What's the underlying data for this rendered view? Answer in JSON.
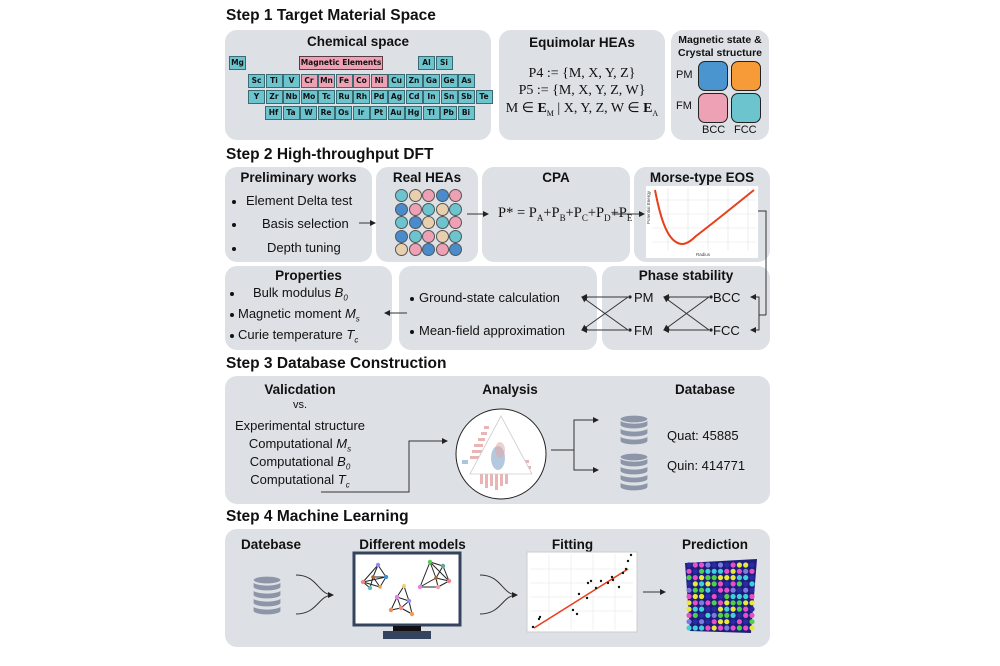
{
  "steps": {
    "s1": "Step 1  Target Material Space",
    "s2": "Step 2 High-throughput DFT",
    "s3": "Step 3  Database Construction",
    "s4": "Step 4  Machine Learning"
  },
  "step1": {
    "chemical_space": {
      "title": "Chemical space",
      "magnetic_label": "Magnetic Elements",
      "rows": [
        [
          "Mg"
        ],
        [
          "Sc",
          "Ti",
          "V",
          "Cr",
          "Mn",
          "Fe",
          "Co",
          "Ni",
          "Cu",
          "Zn",
          "Ga",
          "Ge",
          "As"
        ],
        [
          "Y",
          "Zr",
          "Nb",
          "Mo",
          "Tc",
          "Ru",
          "Rh",
          "Pd",
          "Ag",
          "Cd",
          "In",
          "Sn",
          "Sb",
          "Te"
        ],
        [
          "Hf",
          "Ta",
          "W",
          "Re",
          "Os",
          "Ir",
          "Pt",
          "Au",
          "Hg",
          "Tl",
          "Pb",
          "Bi"
        ]
      ],
      "top_p_block": [
        "Al",
        "Si"
      ],
      "magnetic_elements": [
        "Cr",
        "Mn",
        "Fe",
        "Co",
        "Ni"
      ]
    },
    "equimolar": {
      "title": "Equimolar HEAs",
      "line1": "P4 := {M, X, Y, Z}",
      "line2": "P5 := {M, X, Y, Z, W}",
      "line3_a": "M ∈ ",
      "line3_EM": "E",
      "line3_EM_sub": "M",
      "line3_b": " | X, Y, Z, W ∈ ",
      "line3_EA": "E",
      "line3_EA_sub": "A"
    },
    "magnetic_state": {
      "title1": "Magnetic state &",
      "title2": "Crystal structure",
      "row_labels": [
        "PM",
        "FM"
      ],
      "col_labels": [
        "BCC",
        "FCC"
      ],
      "colors": {
        "PM_BCC": "#4a94cf",
        "PM_FCC": "#f79a38",
        "FM_BCC": "#eea0b4",
        "FM_FCC": "#6cc4cf"
      }
    }
  },
  "step2": {
    "preliminary": {
      "title": "Preliminary works",
      "items": [
        "Element Delta test",
        "Basis selection",
        "Depth tuning"
      ]
    },
    "real_heas": {
      "title": "Real HEAs",
      "grid": [
        [
          "cyan",
          "tan",
          "pink",
          "blue",
          "pink"
        ],
        [
          "blue",
          "pink",
          "cyan",
          "tan",
          "cyan"
        ],
        [
          "cyan",
          "blue",
          "tan",
          "cyan",
          "pink"
        ],
        [
          "blue",
          "cyan",
          "pink",
          "tan",
          "cyan"
        ],
        [
          "tan",
          "pink",
          "blue",
          "pink",
          "blue"
        ]
      ],
      "palette": {
        "cyan": "#6cc4cf",
        "tan": "#e8cfae",
        "pink": "#eea0b4",
        "blue": "#4a8ccb"
      }
    },
    "cpa": {
      "title": "CPA",
      "formula_lhs": "P* = ",
      "terms": [
        "A",
        "B",
        "C",
        "D",
        "E"
      ]
    },
    "morse": {
      "title": "Morse-type EOS",
      "ylabel": "Potential Energy",
      "xlabel": "Radius"
    },
    "properties": {
      "title": "Properties",
      "items": [
        {
          "text": "Bulk modulus ",
          "sym": "B",
          "sub": "0"
        },
        {
          "text": "Magnetic moment ",
          "sym": "M",
          "sub": "s"
        },
        {
          "text": "Curie temperature ",
          "sym": "T",
          "sub": "c"
        }
      ]
    },
    "methods": {
      "items": [
        "Ground-state calculation",
        "Mean-field approximation"
      ]
    },
    "phase": {
      "title": "Phase stability",
      "left": [
        "PM",
        "FM"
      ],
      "right": [
        "BCC",
        "FCC"
      ]
    }
  },
  "step3": {
    "validation": {
      "title": "Valicdation",
      "vs": "vs.",
      "lines": [
        {
          "text": "Experimental structure",
          "sym": "",
          "sub": ""
        },
        {
          "text": "Computational ",
          "sym": "M",
          "sub": "s"
        },
        {
          "text": "Computational ",
          "sym": "B",
          "sub": "0"
        },
        {
          "text": "Computational ",
          "sym": "T",
          "sub": "c"
        }
      ]
    },
    "analysis": {
      "title": "Analysis"
    },
    "database": {
      "title": "Database",
      "entries": [
        {
          "label": "Quat: 45885"
        },
        {
          "label": "Quin: 414771"
        }
      ]
    }
  },
  "step4": {
    "database_title": "Datebase",
    "models_title": "Different models",
    "fitting_title": "Fitting",
    "prediction_title": "Prediction"
  },
  "colors": {
    "panel": "#dde0e5",
    "db_icon": "#8c96a8",
    "monitor": "#34445f",
    "curve": "#e8401c"
  }
}
